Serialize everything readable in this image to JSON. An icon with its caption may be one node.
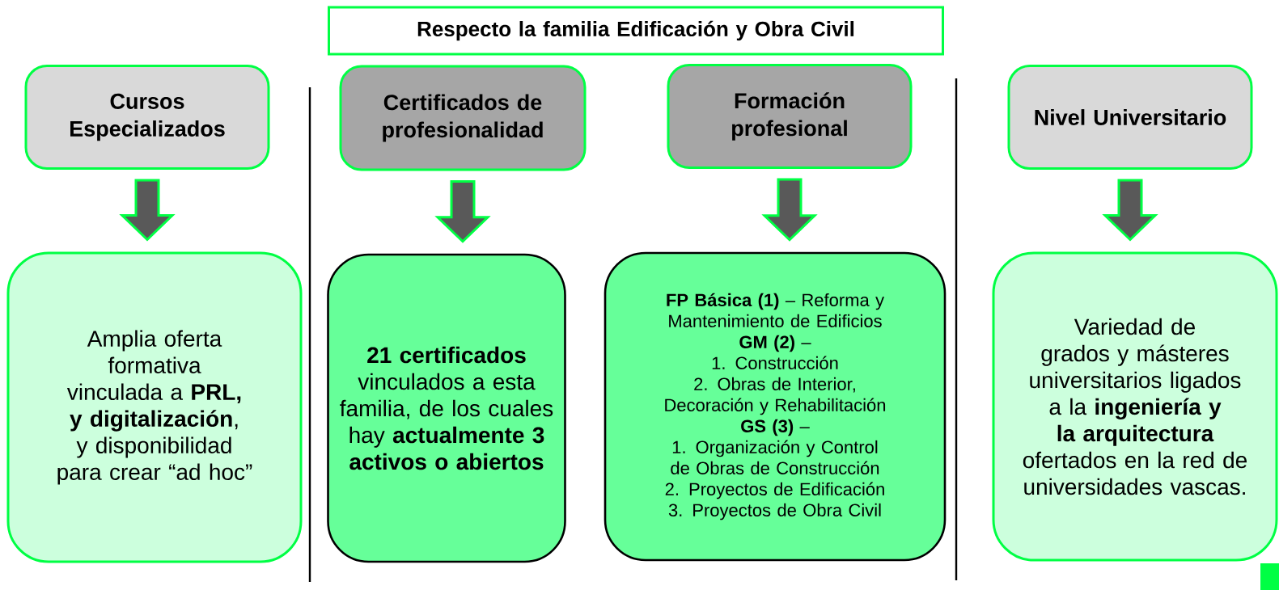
{
  "diagram": {
    "nodes": [
      {
        "text": [
          "Respecto la familia Edificación y Obra Civil"
        ]
      },
      {
        "text": [
          "Cursos Especializados"
        ]
      },
      {
        "text": [
          "Certificados de profesionalidad"
        ]
      },
      {
        "text": [
          "Formación profesional"
        ]
      },
      {
        "text": [
          "Nivel Universitario"
        ]
      },
      {
        "text": [
          "Amplia oferta formativa vinculada a **PRL, y digitalización**, y disponibilidad para crear “ad hoc”"
        ]
      },
      {
        "text": [
          "**21 certificados** vinculados a esta familia, de los cuales hay **actualmente 3 activos o abiertos**"
        ]
      },
      {
        "text": [
          "**FP Básica (1)** – Reforma y Mantenimiento de Edificios",
          "**GM (2)** –",
          "1. Construcción",
          "2. Obras de Interior, Decoración y Rehabilitación",
          "**GS (3)** –",
          "1. Organización y Control de Obras de Construcción",
          "2. Proyectos de Edificación",
          "3. Proyectos de Obra Civil"
        ]
      },
      {
        "text": [
          "Variedad de grados y másteres universitarios ligados a la **ingeniería y la arquitectura** ofertados en la red de universidades vascas."
        ]
      }
    ],
    "edges": [
      {
        "from": 1,
        "to": 5,
        "arrow": "to"
      },
      {
        "from": 2,
        "to": 6,
        "arrow": "to"
      },
      {
        "from": 3,
        "to": 7,
        "arrow": "to"
      },
      {
        "from": 4,
        "to": 8,
        "arrow": "to"
      }
    ]
  }
}
